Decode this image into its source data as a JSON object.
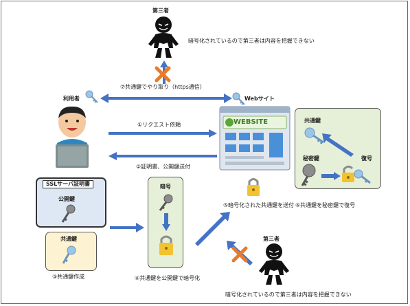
{
  "labels": {
    "third_party_top": "第三者",
    "third_party_bottom": "第三者",
    "note_top": "暗号化されているので第三者は内容を把握できない",
    "note_bottom": "暗号化されているので第三者は内容を把握できない",
    "user": "利用者",
    "website": "Webサイト",
    "website_logo": "WEBSITE",
    "ssl_cert": "SSLサーバ証明書",
    "public_key": "公開鍵",
    "common_key_left": "共通鍵",
    "encrypt": "暗号",
    "common_key_right": "共通鍵",
    "secret_key": "秘密鍵",
    "decrypt": "復号"
  },
  "steps": {
    "step1": "①リクエスト依頼",
    "step2": "②証明書、公開鍵送付",
    "step3": "③共通鍵作成",
    "step4": "④共通鍵を公開鍵で暗号化",
    "step5": "⑤暗号化された共通鍵を送付",
    "step6": "⑥共通鍵を秘密鍵で復号",
    "step7": "⑦共通鍵でやり取り（https通信）"
  },
  "colors": {
    "arrow": "#4472c4",
    "green_box": "#e6f0d8",
    "yellow_box": "#fdf3d2",
    "blue_box": "#dde8f4",
    "cross": "#e87b2a",
    "key_light": "#9cc6e8",
    "key_gray": "#8c8c8c",
    "lock": "#f2c230"
  },
  "icons": [
    "thief-icon",
    "user-at-laptop-icon",
    "website-browser-icon",
    "key-icon",
    "lock-icon",
    "unlock-icon",
    "certificate-icon",
    "cross-icon"
  ]
}
